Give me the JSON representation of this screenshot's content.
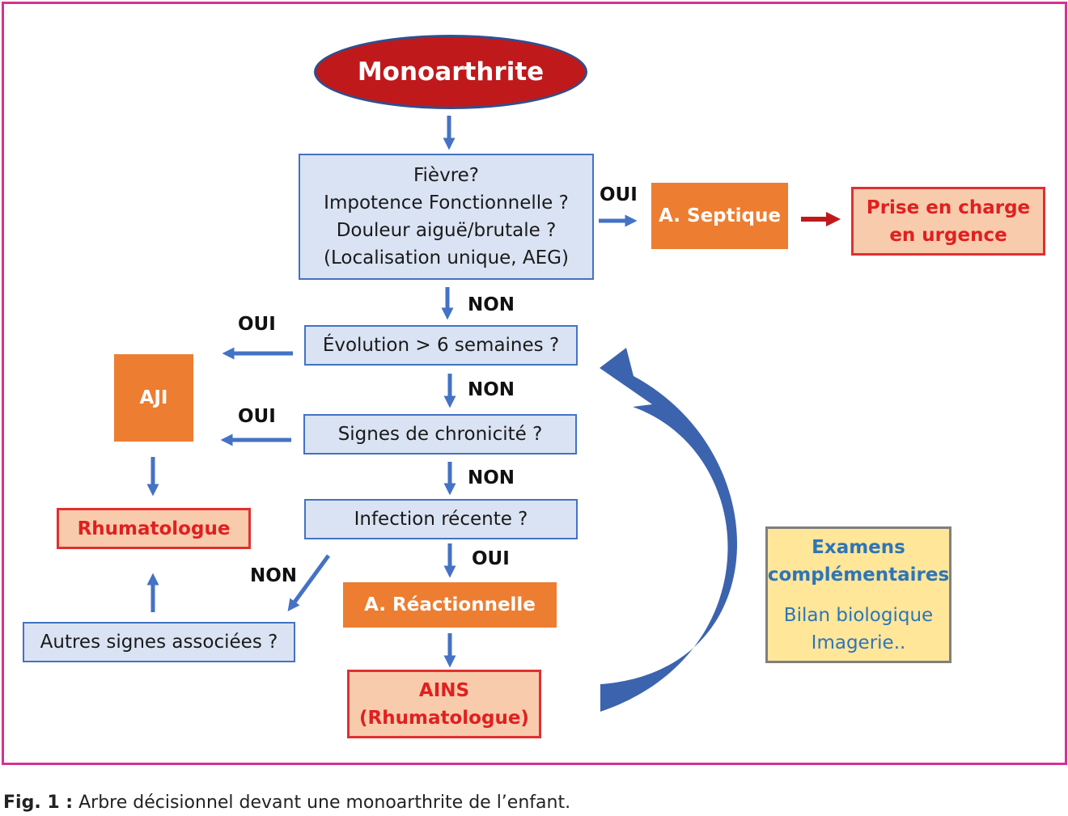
{
  "title": "Monoarthrite",
  "question1": {
    "lines": [
      "Fièvre?",
      "Impotence Fonctionnelle ?",
      "Douleur aiguë/brutale ?",
      "(Localisation unique, AEG)"
    ]
  },
  "septique": "A. Septique",
  "urgence": {
    "lines": [
      "Prise en charge",
      "en urgence"
    ]
  },
  "evolution": "Évolution > 6 semaines ?",
  "chronicite": "Signes de chronicité ?",
  "infection": "Infection récente ?",
  "aji": "AJI",
  "rhumatologue": "Rhumatologue",
  "autres_signes": "Autres signes associées ?",
  "reactionnelle": "A. Réactionnelle",
  "ains": {
    "lines": [
      "AINS",
      "(Rhumatologue)"
    ]
  },
  "examens": {
    "heading": [
      "Examens",
      "complémentaires"
    ],
    "items": [
      "Bilan biologique",
      "Imagerie.."
    ]
  },
  "edge_labels": {
    "oui_septique": "OUI",
    "non_1": "NON",
    "oui_evolution": "OUI",
    "non_2": "NON",
    "oui_chronicite": "OUI",
    "non_3": "NON",
    "oui_infection": "OUI",
    "non_infection": "NON"
  },
  "caption": {
    "prefix": "Fig. 1 :",
    "text": " Arbre décisionnel devant une monoarthrite de l’enfant."
  },
  "colors": {
    "frame": "#d6318f",
    "arrow_blue": "#4472c4",
    "arrow_red": "#c0191c",
    "oval": "#c0191c",
    "orange": "#ed7d31",
    "question_fill": "#dae3f3",
    "red_fill": "#f8cbad",
    "yellow_fill": "#ffe699"
  }
}
